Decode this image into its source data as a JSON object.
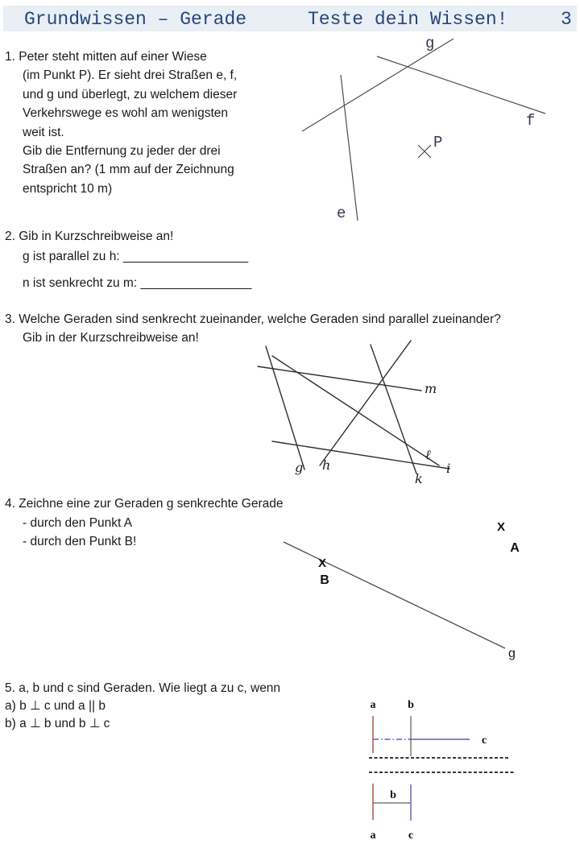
{
  "colors": {
    "header_bg": "#e9eff5",
    "header_text": "#27477b",
    "line_red": "#a93a31",
    "line_blue": "#5b5bb5",
    "line_gray": "#7a7a7a",
    "ink": "#1a1a1a"
  },
  "header": {
    "title_left": "Grundwissen – Gerade",
    "title_right": "Teste dein Wissen!",
    "page_number": "3"
  },
  "q1": {
    "lines": [
      "1. Peter steht mitten auf einer Wiese",
      "(im Punkt P). Er sieht drei Straßen e, f,",
      "und g und überlegt, zu welchem dieser",
      "Verkehrswege es wohl am wenigsten",
      "weit ist.",
      "Gib die Entfernung zu jeder der drei",
      "Straßen an? (1 mm auf der Zeichnung",
      "entspricht 10 m)"
    ]
  },
  "q2": {
    "title": "2. Gib in Kurzschreibweise an!",
    "item_parallel": "g ist parallel zu h: __________________",
    "item_perpendicular": "n ist senkrecht zu m: ________________"
  },
  "q3": {
    "line1": "3. Welche Geraden sind senkrecht zueinander, welche Geraden sind parallel zueinander?",
    "line2": "Gib in der Kurzschreibweise an!"
  },
  "q4": {
    "line1": "4. Zeichne eine zur Geraden g senkrechte Gerade",
    "item_a": "- durch den Punkt A",
    "item_b": "- durch den Punkt B!"
  },
  "q5": {
    "line1": "5. a, b und c sind Geraden. Wie liegt a zu c, wenn",
    "case_a": "a) b ⊥ c und a || b",
    "case_b": "b) a ⊥ b und b ⊥ c"
  },
  "diagram_streets": {
    "label_g": "g",
    "label_f": "f",
    "label_e": "e",
    "label_p": "P"
  },
  "diagram_lines": {
    "label_g": "g",
    "label_h": "h",
    "label_m": "m",
    "label_l": "ℓ",
    "label_k": "k",
    "label_i": "i"
  },
  "diagram_perpendicular": {
    "marker": "X",
    "label_a": "A",
    "label_b": "B",
    "label_g": "g"
  },
  "diagram_abc": {
    "label_a_top": "a",
    "label_b_top": "b",
    "label_c": "c",
    "label_b_mid": "b",
    "label_a_bottom": "a",
    "label_c_bottom": "c"
  }
}
